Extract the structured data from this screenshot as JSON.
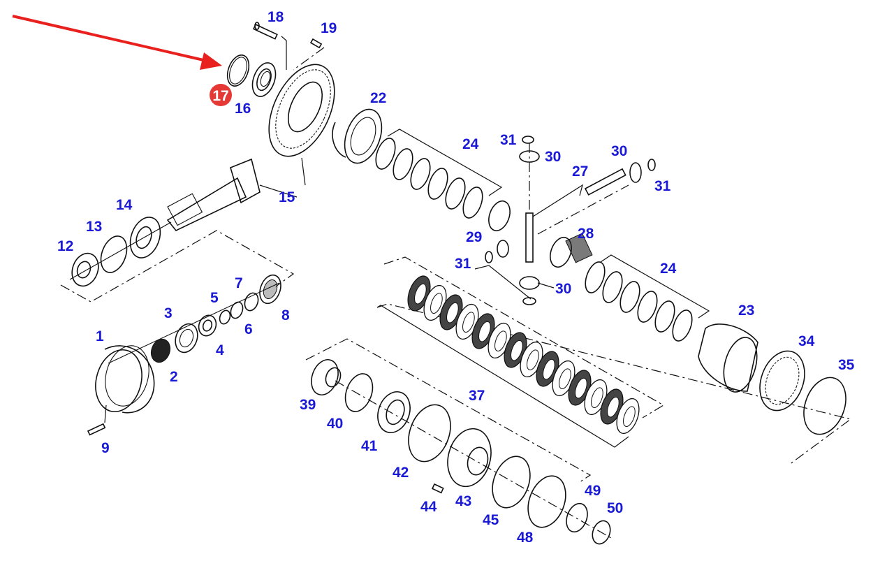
{
  "diagram": {
    "type": "exploded-parts-diagram",
    "label_color": "#1a1ad6",
    "highlight_color": "#e53935",
    "arrow_color": "#e8211f",
    "highlighted_part": "17",
    "labels": {
      "p1": "1",
      "p2": "2",
      "p3": "3",
      "p4": "4",
      "p5": "5",
      "p6": "6",
      "p7": "7",
      "p8": "8",
      "p9": "9",
      "p12": "12",
      "p13": "13",
      "p14": "14",
      "p15": "15",
      "p16": "16",
      "p17": "17",
      "p18": "18",
      "p19": "19",
      "p22": "22",
      "p23": "23",
      "p24a": "24",
      "p24b": "24",
      "p27": "27",
      "p28": "28",
      "p29": "29",
      "p30a": "30",
      "p30b": "30",
      "p30c": "30",
      "p31a": "31",
      "p31b": "31",
      "p31c": "31",
      "p34": "34",
      "p35": "35",
      "p37": "37",
      "p39": "39",
      "p40": "40",
      "p41": "41",
      "p42": "42",
      "p43": "43",
      "p44": "44",
      "p45": "45",
      "p48": "48",
      "p49": "49",
      "p50": "50"
    }
  }
}
